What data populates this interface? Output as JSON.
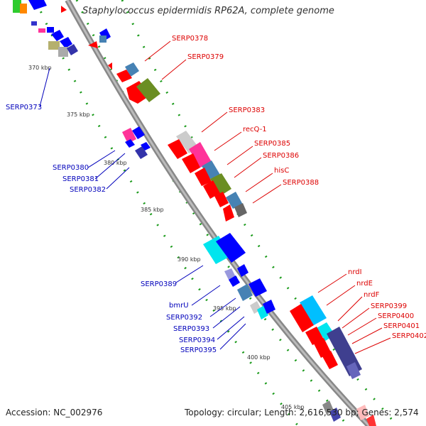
{
  "title": "Staphylococcus epidermidis RP62A, complete genome",
  "footer": {
    "accession": "Accession: NC_002976",
    "summary": "Topology: circular; Length: 2,616,530 bp; Genes: 2,574"
  },
  "colors": {
    "backbone": "#888888",
    "tick_green": "#1a9a1a",
    "label_red": "#dd0000",
    "label_blue": "#0000bb"
  },
  "kbp_ticks": [
    "370 kbp",
    "375 kbp",
    "380 kbp",
    "385 kbp",
    "390 kbp",
    "395 kbp",
    "400 kbp",
    "405 kbp"
  ],
  "labels_red": [
    "SERP0378",
    "SERP0379",
    "SERP0383",
    "recQ-1",
    "SERP0385",
    "SERP0386",
    "hisC",
    "SERP0388",
    "nrdI",
    "nrdE",
    "nrdF",
    "SERP0399",
    "SERP0400",
    "SERP0401",
    "SERP0402"
  ],
  "labels_blue": [
    "SERP0373",
    "SERP0380",
    "SERP0381",
    "SERP0382",
    "SERP0389",
    "bmrU",
    "SERP0392",
    "SERP0393",
    "SERP0394",
    "SERP0395"
  ]
}
